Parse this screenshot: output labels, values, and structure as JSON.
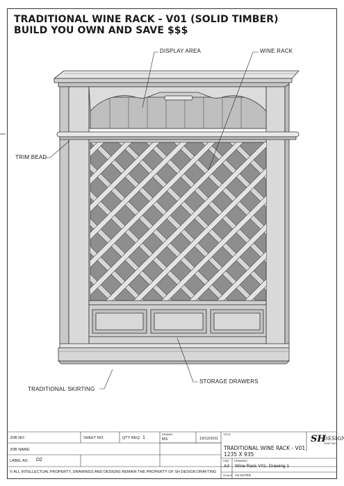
{
  "header": {
    "title_line1": "TRADITIONAL WINE RACK - V01 (SOLID TIMBER)",
    "title_line2": "BUILD YOU OWN AND SAVE $$$"
  },
  "callouts": {
    "display_area": "DISPLAY AREA",
    "wine_rack": "WINE RACK",
    "trim_bead": "TRIM BEAD",
    "traditional_skirting": "TRADITIONAL SKIRTING",
    "storage_drawers": "STORAGE DRAWERS"
  },
  "title_block": {
    "job_no_label": "JOB NO:",
    "sheet_no_label": "SHEET NO:",
    "qty_req_label": "QTY REQ:",
    "qty_req_value": "1",
    "drawn_label": "DRAWN",
    "drawn_value": "MS",
    "date_value": "19/12/2011",
    "job_name_label": "JOB NAME:",
    "label_as_label": "LABEL AS:",
    "label_as_value": "D2",
    "title_label": "TITLE",
    "title_value_line1": "TRADITIONAL WINE RACK - V01",
    "title_value_line2": "1235 X 935",
    "size_label": "SIZE",
    "size_value": "A3",
    "drawing_label": "DRAWING",
    "drawing_value": "Wine Rack V01- Drawing 1",
    "scale_label": "SCALE",
    "scale_value": "AS NOTED",
    "copyright": "© ALL INTELLECTUAL PROPERTY, DRAWINGS AND DESIGNS REMAIN THE PROPERTY OF SH DESIGN DRAFTING",
    "logo_mark": "SH",
    "logo_name": "DESIGN",
    "logo_sub": "DRAFTING"
  }
}
